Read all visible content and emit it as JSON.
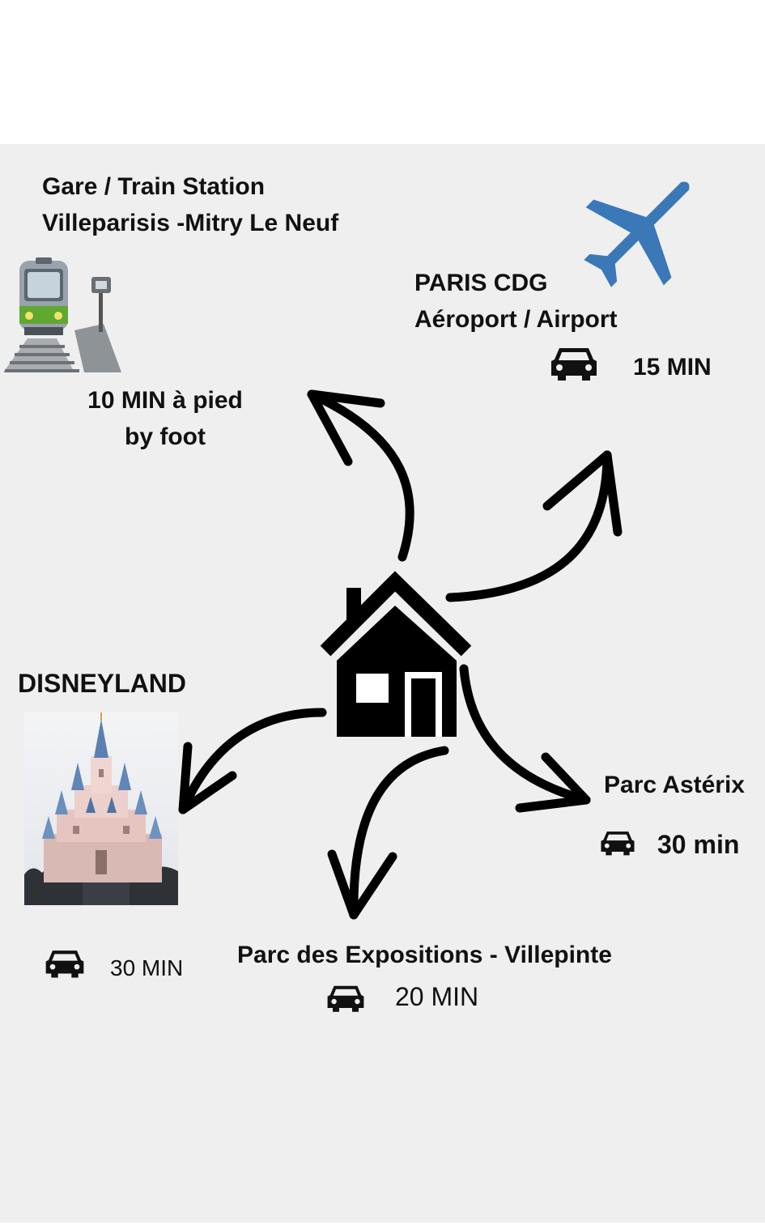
{
  "train_station": {
    "title_line1": "Gare / Train Station",
    "title_line2": "Villeparisis -Mitry Le Neuf",
    "time_line1": "10 MIN à pied",
    "time_line2": "by foot"
  },
  "airport": {
    "title_line1": "PARIS  CDG",
    "title_line2": "Aéroport / Airport",
    "time": "15 MIN"
  },
  "disneyland": {
    "title": "DISNEYLAND",
    "time": "30  MIN"
  },
  "parc_asterix": {
    "title": "Parc Astérix",
    "time": "30 min"
  },
  "parc_expositions": {
    "title": "Parc des Expositions - Villepinte",
    "time": "20 MIN"
  },
  "colors": {
    "background": "#efeff0",
    "arrow": "#000000",
    "plane": "#3a78b8",
    "train_green": "#5fa832",
    "train_body": "#9aa3ab"
  },
  "icons": [
    "train-icon",
    "plane-icon",
    "house-icon",
    "castle-image",
    "car-icon"
  ]
}
